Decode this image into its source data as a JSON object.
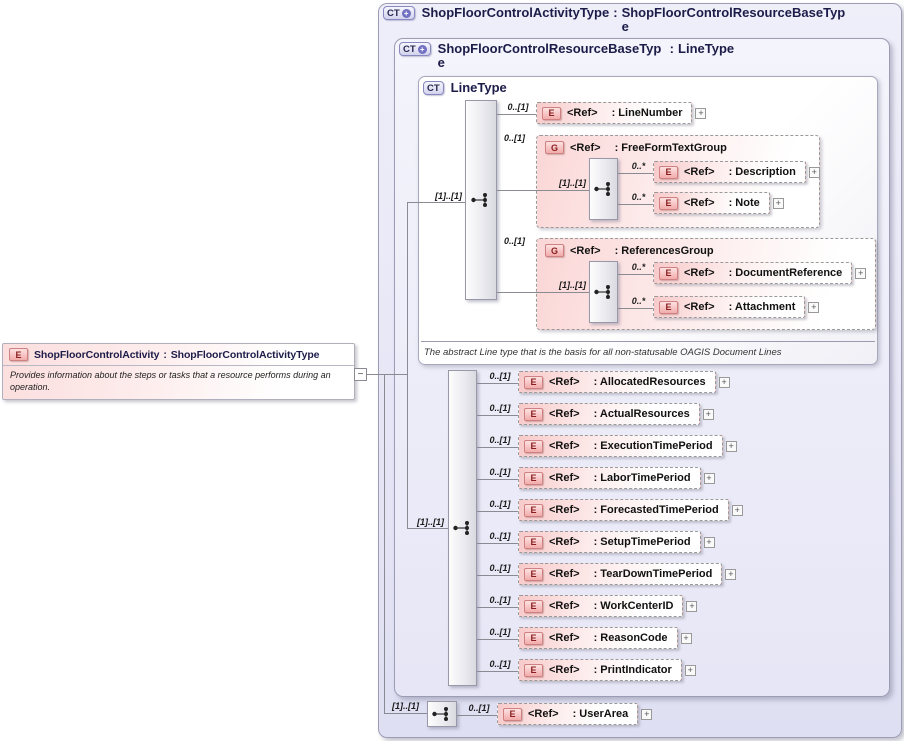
{
  "left_panel": {
    "badge": "E",
    "name": "ShopFloorControlActivity",
    "sep": ":",
    "type": "ShopFloorControlActivityType",
    "description": "Provides information about the steps or tasks that a resource performs during an operation.",
    "collapse": "−"
  },
  "outer": {
    "badge": "CT",
    "plus": "+",
    "name": "ShopFloorControlActivityType",
    "sep": ":",
    "type": "ShopFloorControlResourceBaseType"
  },
  "middle": {
    "badge": "CT",
    "plus": "+",
    "name": "ShopFloorControlResourceBaseType",
    "sep": ":",
    "type": "LineType"
  },
  "linetype": {
    "badge": "CT",
    "name": "LineType",
    "seq_card": "[1]..[1]",
    "note": "The abstract Line type that is the basis for all non-statusable OAGIS Document Lines",
    "line_number": {
      "card": "0..[1]",
      "badge": "E",
      "ref": "<Ref>",
      "label": ": LineNumber",
      "expand": "+"
    },
    "freeform": {
      "card": "0..[1]",
      "badge": "G",
      "ref": "<Ref>",
      "label": ": FreeFormTextGroup",
      "seq_card": "[1]..[1]",
      "description": {
        "card": "0..*",
        "badge": "E",
        "ref": "<Ref>",
        "label": ": Description",
        "expand": "+"
      },
      "note_element": {
        "card": "0..*",
        "badge": "E",
        "ref": "<Ref>",
        "label": ": Note",
        "expand": "+"
      }
    },
    "references": {
      "card": "0..[1]",
      "badge": "G",
      "ref": "<Ref>",
      "label": ": ReferencesGroup",
      "seq_card": "[1]..[1]",
      "document_reference": {
        "card": "0..*",
        "badge": "E",
        "ref": "<Ref>",
        "label": ": DocumentReference",
        "expand": "+"
      },
      "attachment": {
        "card": "0..*",
        "badge": "E",
        "ref": "<Ref>",
        "label": ": Attachment",
        "expand": "+"
      }
    }
  },
  "resource_seq": {
    "seq_card": "[1]..[1]",
    "items": [
      {
        "card": "0..[1]",
        "badge": "E",
        "ref": "<Ref>",
        "label": ": AllocatedResources",
        "expand": "+"
      },
      {
        "card": "0..[1]",
        "badge": "E",
        "ref": "<Ref>",
        "label": ": ActualResources",
        "expand": "+"
      },
      {
        "card": "0..[1]",
        "badge": "E",
        "ref": "<Ref>",
        "label": ": ExecutionTimePeriod",
        "expand": "+"
      },
      {
        "card": "0..[1]",
        "badge": "E",
        "ref": "<Ref>",
        "label": ": LaborTimePeriod",
        "expand": "+"
      },
      {
        "card": "0..[1]",
        "badge": "E",
        "ref": "<Ref>",
        "label": ": ForecastedTimePeriod",
        "expand": "+"
      },
      {
        "card": "0..[1]",
        "badge": "E",
        "ref": "<Ref>",
        "label": ": SetupTimePeriod",
        "expand": "+"
      },
      {
        "card": "0..[1]",
        "badge": "E",
        "ref": "<Ref>",
        "label": ": TearDownTimePeriod",
        "expand": "+"
      },
      {
        "card": "0..[1]",
        "badge": "E",
        "ref": "<Ref>",
        "label": ": WorkCenterID",
        "expand": "+"
      },
      {
        "card": "0..[1]",
        "badge": "E",
        "ref": "<Ref>",
        "label": ": ReasonCode",
        "expand": "+"
      },
      {
        "card": "0..[1]",
        "badge": "E",
        "ref": "<Ref>",
        "label": ": PrintIndicator",
        "expand": "+"
      }
    ]
  },
  "user_area": {
    "seq_card": "[1]..[1]",
    "card": "0..[1]",
    "badge": "E",
    "ref": "<Ref>",
    "label": ": UserArea",
    "expand": "+"
  }
}
